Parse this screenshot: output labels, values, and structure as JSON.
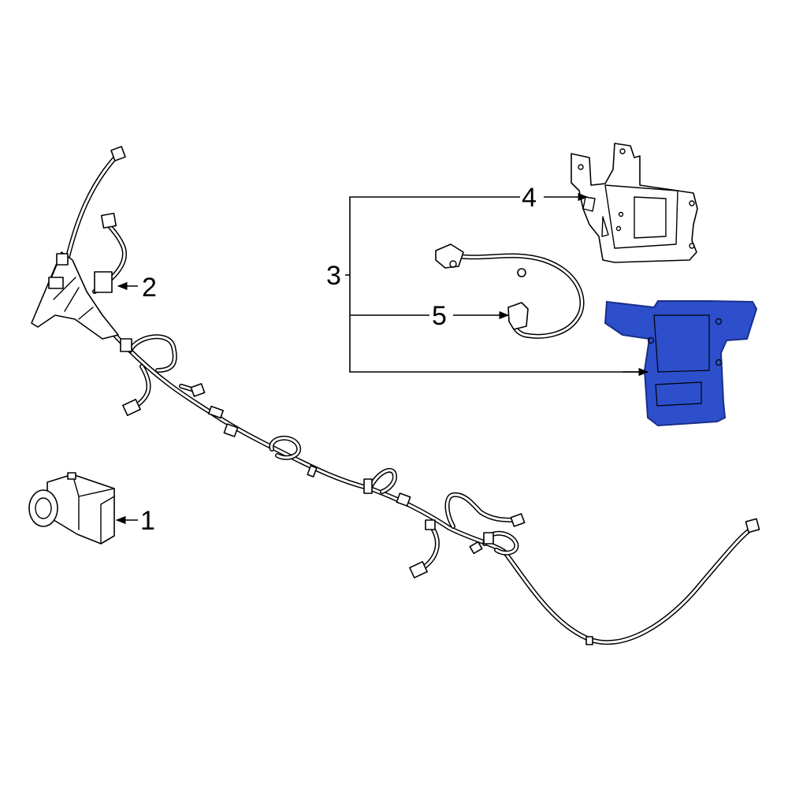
{
  "diagram": {
    "callouts": {
      "c1": "1",
      "c2": "2",
      "c3": "3",
      "c4": "4",
      "c5": "5"
    },
    "colors": {
      "line": "#000000",
      "background": "#ffffff",
      "highlight_fill": "#2d4fcc",
      "highlight_stroke": "#1a2f8a"
    }
  }
}
